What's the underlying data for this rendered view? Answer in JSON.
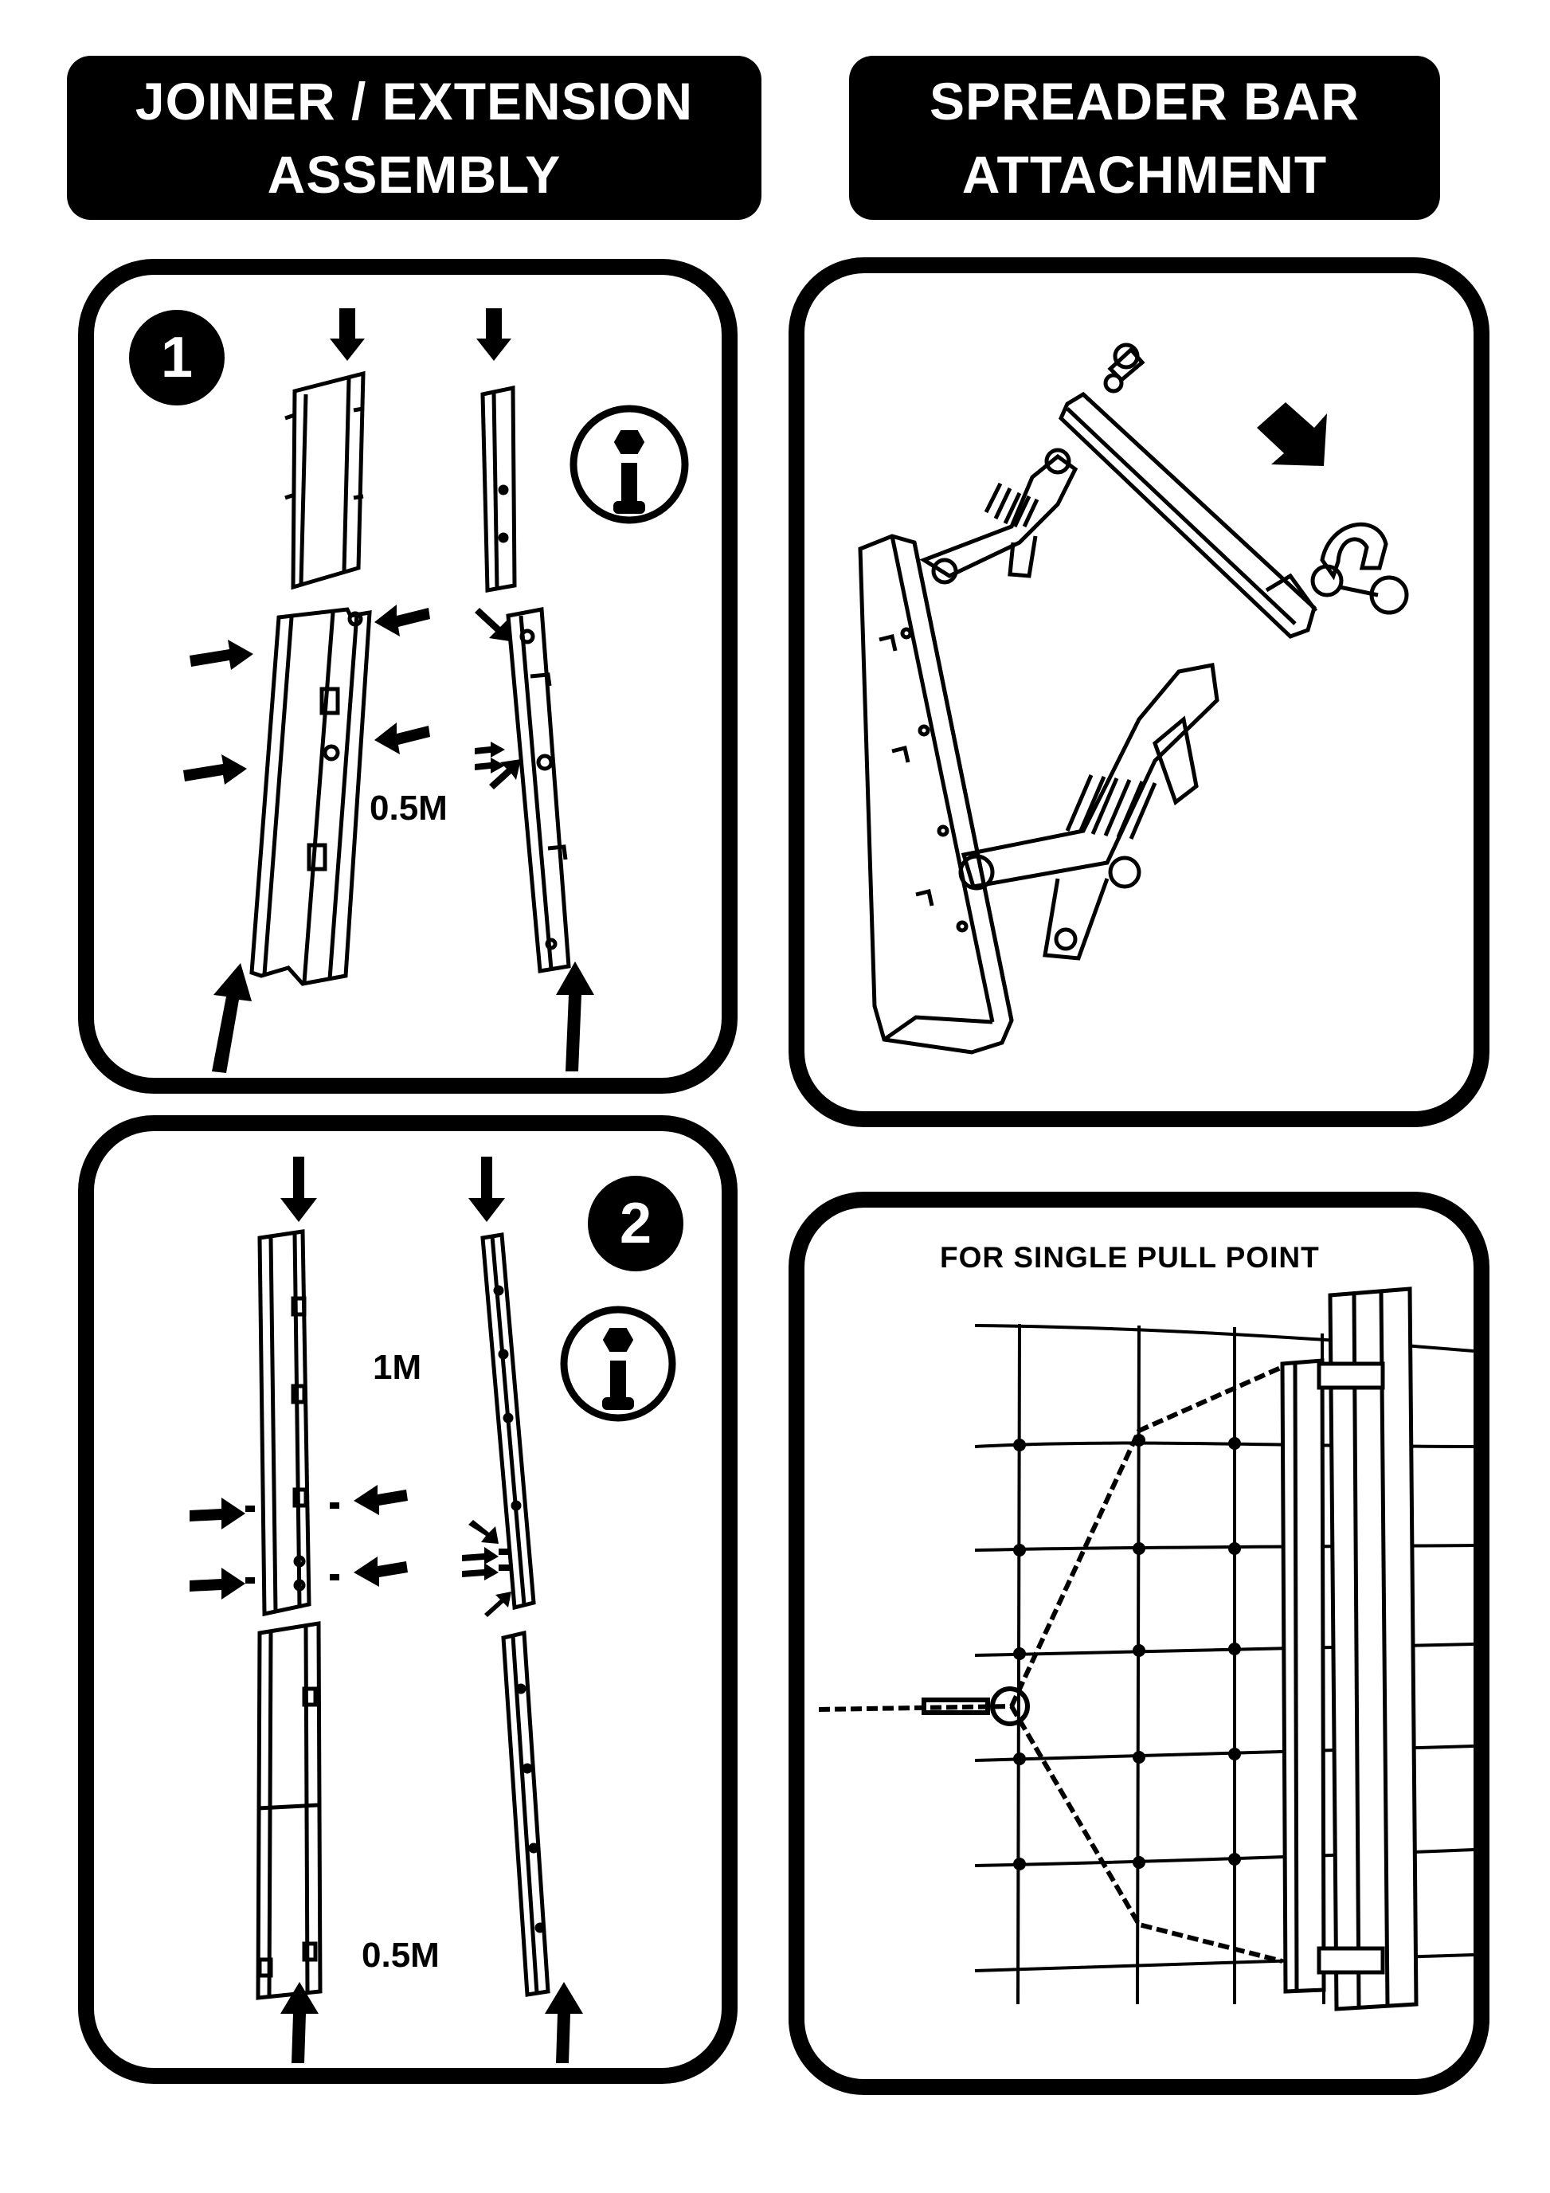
{
  "headers": {
    "left": {
      "line1": "JOINER / EXTENSION",
      "line2": "ASSEMBLY"
    },
    "right": {
      "line1": "SPREADER BAR",
      "line2": "ATTACHMENT"
    }
  },
  "step1": {
    "number": "1",
    "size_label": "0.5M"
  },
  "step2": {
    "number": "2",
    "upper_size_label": "1M",
    "lower_size_label": "0.5M"
  },
  "attachment_panel": {
    "caption": "FOR SINGLE PULL POINT"
  },
  "icons": [
    "info-bolt-icon",
    "down-arrow-icon",
    "up-arrow-icon",
    "right-arrow-icon",
    "left-arrow-icon"
  ]
}
